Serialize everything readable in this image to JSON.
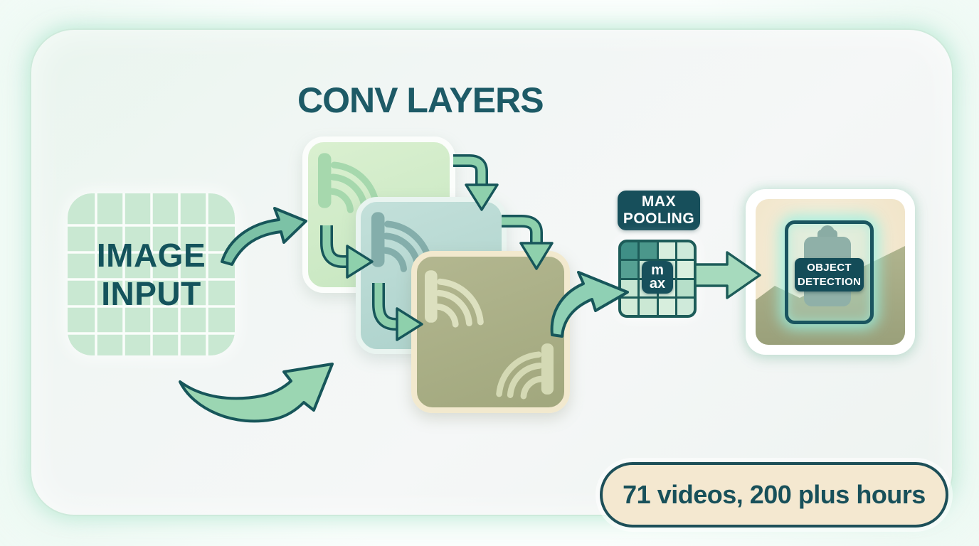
{
  "diagram": {
    "title": "CONV LAYERS",
    "image_input": {
      "line1": "IMAGE",
      "line2": "INPUT"
    },
    "max_pooling": {
      "line1": "MAX",
      "line2": "POOLING",
      "chip_line1": "m",
      "chip_line2": "ax",
      "grid_cells": [
        "#3f8f86",
        "#4b978b",
        "#d7eede",
        "#cdeada",
        "#55a093",
        "#cbe7d6",
        "#cfe9d8",
        "#d9efde",
        "#c6e6d2",
        "#cfead9",
        "#d9efde",
        "#b6dfc9",
        "#d3ecd9",
        "#cbe8d4",
        "#d7eedd",
        "#cfeada"
      ]
    },
    "object_detection": {
      "line1": "OBJECT",
      "line2": "DETECTION"
    },
    "badge": {
      "text": "71 videos, 200 plus hours"
    },
    "palette": {
      "ink": "#1d5a66",
      "outline": "#17565a",
      "arrow_green": "#8ed0ac",
      "input_fill": "#c9e8d2",
      "conv1_fill": "#cfe9c4",
      "conv2_fill": "#b9dad4",
      "conv3_fill": "#aab089",
      "pool_label_bg": "#174f5b",
      "badge_bg": "#f4e8d0",
      "detect_frame_glow": "#a8efe2"
    }
  }
}
